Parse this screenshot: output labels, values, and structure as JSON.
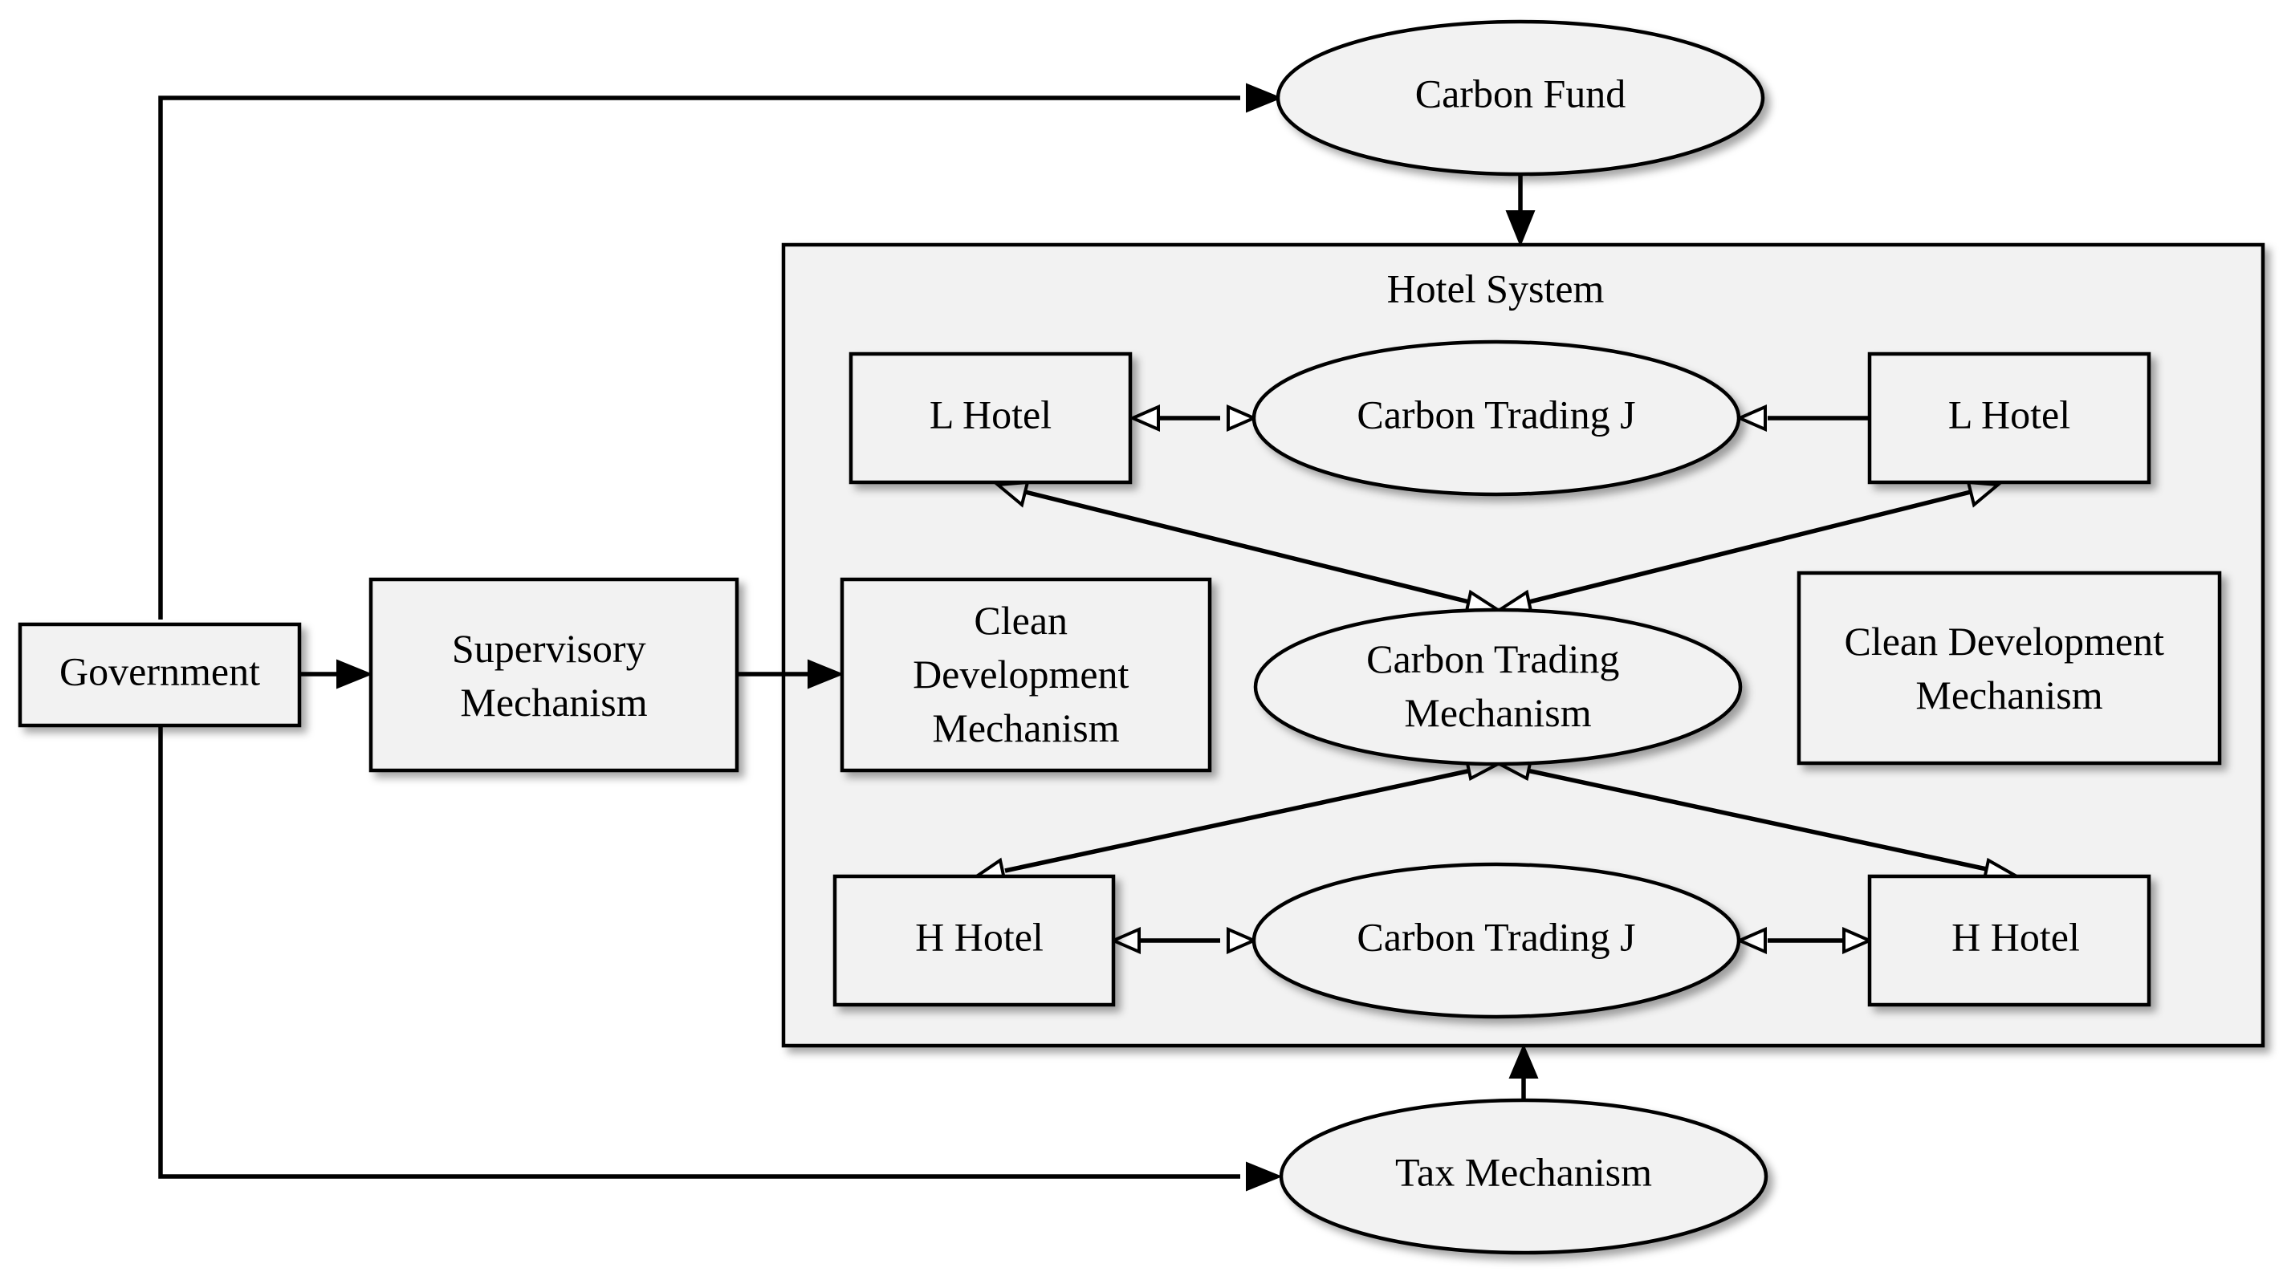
{
  "nodes": {
    "government": {
      "label": "Government"
    },
    "supervisory": {
      "label_lines": [
        "Supervisory",
        "Mechanism"
      ]
    },
    "carbon_fund": {
      "label": "Carbon Fund"
    },
    "tax": {
      "label": "Tax Mechanism"
    },
    "hotel_system": {
      "label": "Hotel System"
    },
    "l_hotel_left": {
      "label": "L Hotel"
    },
    "l_hotel_right": {
      "label": "L Hotel"
    },
    "h_hotel_left": {
      "label": "H Hotel"
    },
    "h_hotel_right": {
      "label": "H Hotel"
    },
    "carbon_trading_top": {
      "label": "Carbon Trading J"
    },
    "carbon_trading_bottom": {
      "label": "Carbon Trading J"
    },
    "carbon_trading_center": {
      "label_lines": [
        "Carbon Trading",
        "Mechanism"
      ]
    },
    "cdm_left": {
      "label_lines": [
        "Clean",
        "Development",
        "Mechanism"
      ]
    },
    "cdm_right": {
      "label_lines": [
        "Clean Development",
        "Mechanism"
      ]
    }
  },
  "edges": [
    {
      "from": "government",
      "to": "carbon_fund",
      "style": "solid-arrow"
    },
    {
      "from": "government",
      "to": "tax",
      "style": "solid-arrow"
    },
    {
      "from": "government",
      "to": "supervisory",
      "style": "solid-arrow"
    },
    {
      "from": "supervisory",
      "to": "cdm_left",
      "style": "solid-arrow"
    },
    {
      "from": "carbon_fund",
      "to": "hotel_system",
      "style": "solid-arrow"
    },
    {
      "from": "tax",
      "to": "hotel_system",
      "style": "solid-arrow"
    },
    {
      "from": "l_hotel_left",
      "to": "carbon_trading_top",
      "style": "open-double-arrow"
    },
    {
      "from": "l_hotel_right",
      "to": "carbon_trading_top",
      "style": "open-arrow"
    },
    {
      "from": "h_hotel_left",
      "to": "carbon_trading_bottom",
      "style": "open-double-arrow"
    },
    {
      "from": "carbon_trading_bottom",
      "to": "h_hotel_right",
      "style": "open-double-arrow"
    },
    {
      "from": "carbon_trading_center",
      "to": "l_hotel_left",
      "style": "open-double-arrow"
    },
    {
      "from": "carbon_trading_center",
      "to": "l_hotel_right",
      "style": "open-double-arrow"
    },
    {
      "from": "carbon_trading_center",
      "to": "h_hotel_left",
      "style": "open-double-arrow"
    },
    {
      "from": "carbon_trading_center",
      "to": "h_hotel_right",
      "style": "open-double-arrow"
    }
  ]
}
